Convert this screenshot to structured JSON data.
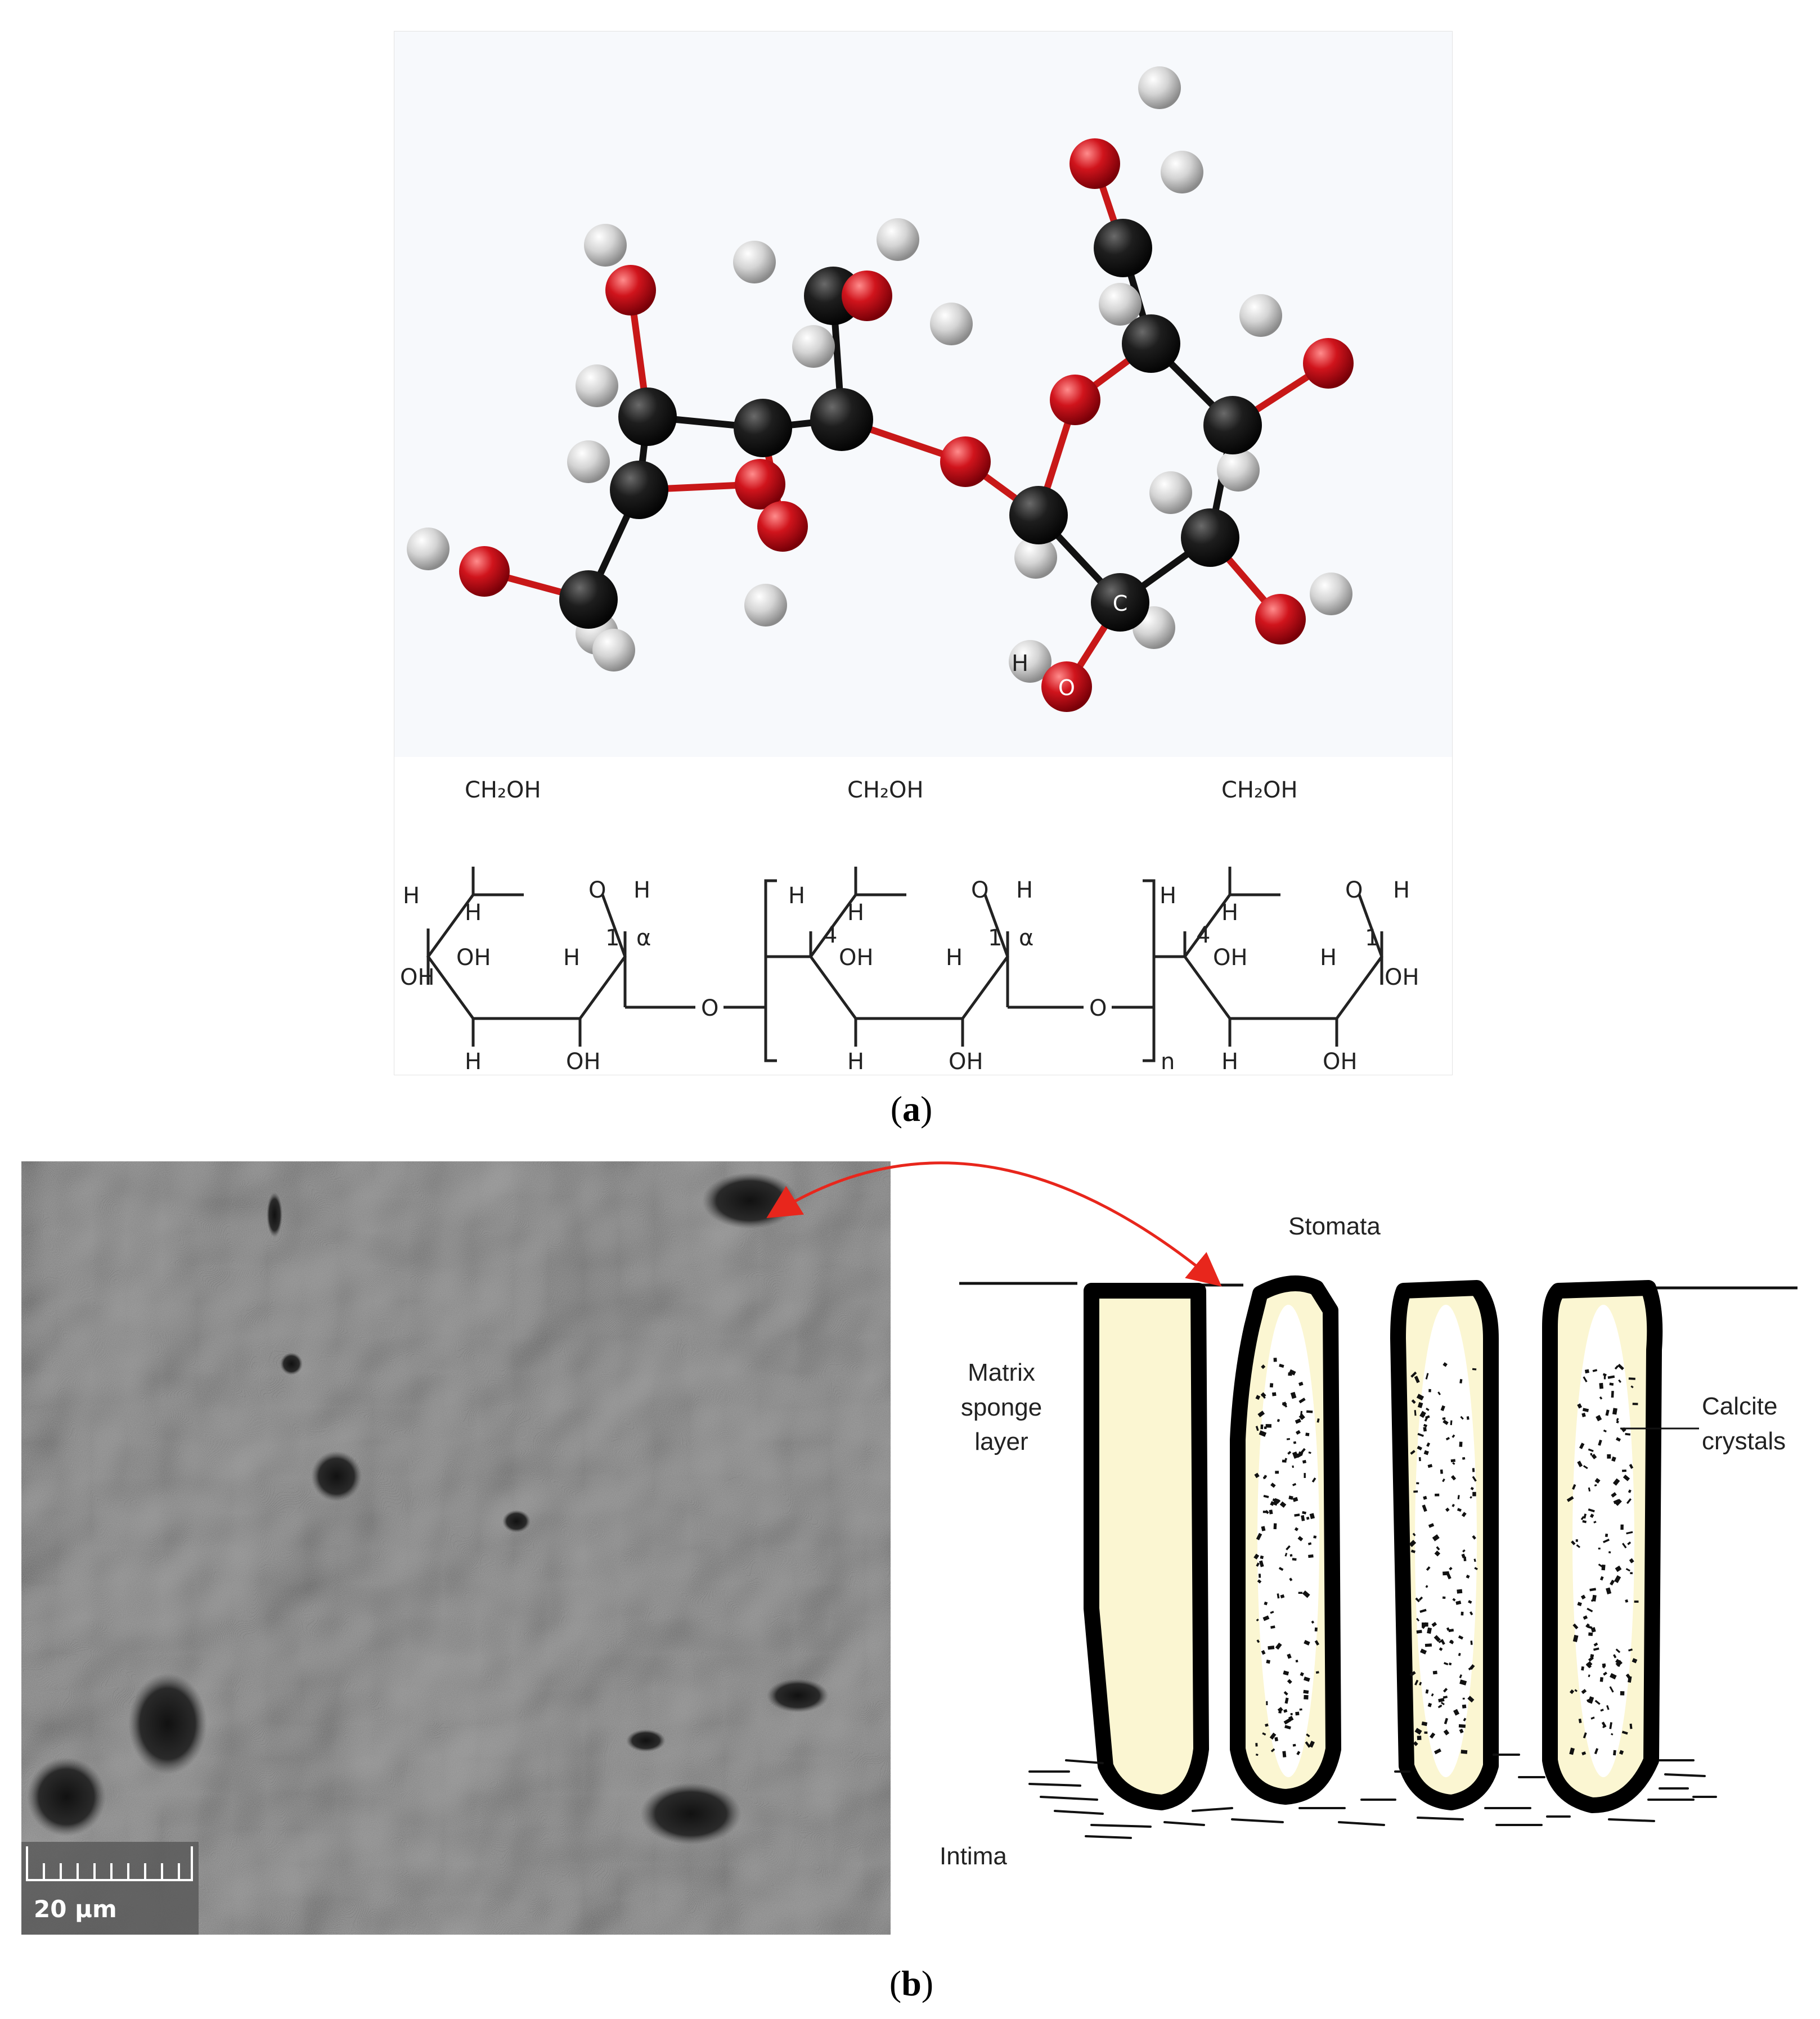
{
  "panel_a": {
    "caption_letter": "a",
    "model_atom_labels": {
      "carbon": "C",
      "hydrogen": "H",
      "oxygen": "O"
    },
    "formula": {
      "ch2oh": "CH₂OH",
      "ring_o": "O",
      "h": "H",
      "oh": "OH",
      "alpha": "α",
      "pos_1": "1",
      "pos_4": "4",
      "bridge_o": "O",
      "repeat_n": "n"
    }
  },
  "panel_b": {
    "caption_letter": "b",
    "scale_bar_label": "20 µm",
    "labels": {
      "stomata": "Stomata",
      "matrix": "Matrix sponge layer",
      "calcite": "Calcite crystals",
      "intima": "Intima"
    }
  },
  "colors": {
    "carbon": "#1e1e1e",
    "oxygen": "#d0141c",
    "hydrogen": "#d4d4d4",
    "arrow": "#e8261c",
    "column_fill": "#fbf6d2",
    "sem_gray": "#7a7a7a"
  }
}
